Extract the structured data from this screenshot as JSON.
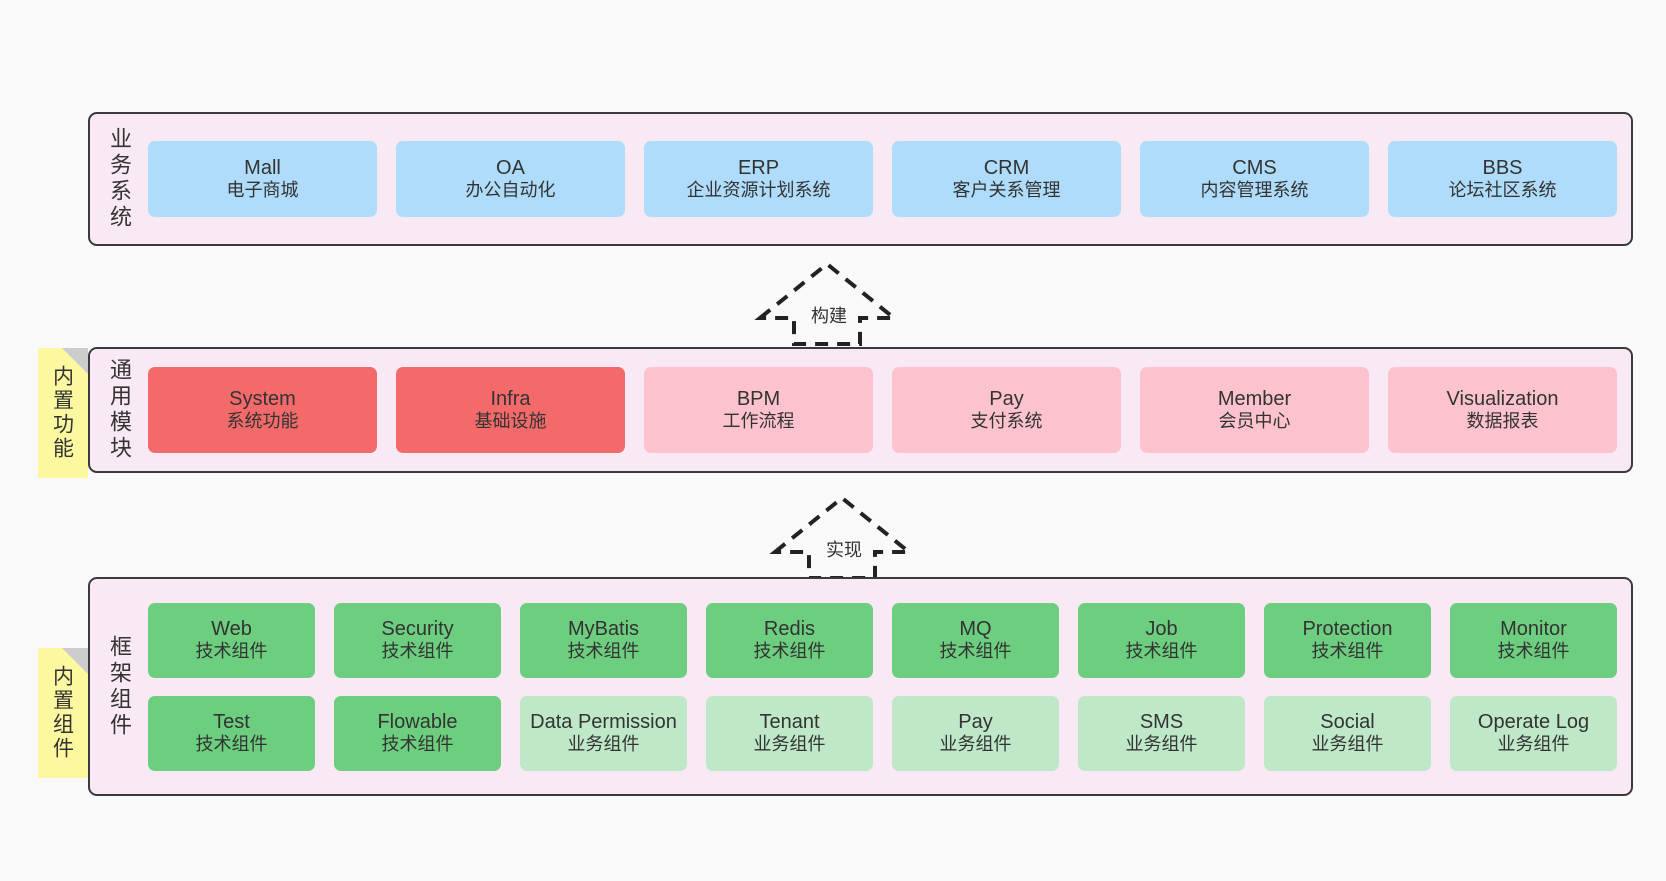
{
  "diagram": {
    "title": "",
    "colors": {
      "canvas_bg": "#f9f9f9",
      "panel_bg": "#f8e9f4",
      "panel_border": "#3a3a3a",
      "blue": "#aedcfa",
      "red": "#f46a6a",
      "pink": "#fcc3ce",
      "green": "#6cce7e",
      "light_green": "#bfe8c8",
      "sticky_yellow": "#fbf8a0",
      "sticky_fold": "#cccccc",
      "text": "#333333"
    }
  },
  "layers": {
    "business": {
      "title": "业务系统",
      "nodes": [
        {
          "name": "Mall",
          "sub": "电子商城"
        },
        {
          "name": "OA",
          "sub": "办公自动化"
        },
        {
          "name": "ERP",
          "sub": "企业资源计划系统"
        },
        {
          "name": "CRM",
          "sub": "客户关系管理"
        },
        {
          "name": "CMS",
          "sub": "内容管理系统"
        },
        {
          "name": "BBS",
          "sub": "论坛社区系统"
        }
      ]
    },
    "common": {
      "title": "通用模块",
      "sticky": "内置功能",
      "nodes": [
        {
          "name": "System",
          "sub": "系统功能",
          "style": "red"
        },
        {
          "name": "Infra",
          "sub": "基础设施",
          "style": "red"
        },
        {
          "name": "BPM",
          "sub": "工作流程",
          "style": "pink"
        },
        {
          "name": "Pay",
          "sub": "支付系统",
          "style": "pink"
        },
        {
          "name": "Member",
          "sub": "会员中心",
          "style": "pink"
        },
        {
          "name": "Visualization",
          "sub": "数据报表",
          "style": "pink"
        }
      ]
    },
    "framework": {
      "title": "框架组件",
      "sticky": "内置组件",
      "row1": [
        {
          "name": "Web",
          "sub": "技术组件",
          "style": "green"
        },
        {
          "name": "Security",
          "sub": "技术组件",
          "style": "green"
        },
        {
          "name": "MyBatis",
          "sub": "技术组件",
          "style": "green"
        },
        {
          "name": "Redis",
          "sub": "技术组件",
          "style": "green"
        },
        {
          "name": "MQ",
          "sub": "技术组件",
          "style": "green"
        },
        {
          "name": "Job",
          "sub": "技术组件",
          "style": "green"
        },
        {
          "name": "Protection",
          "sub": "技术组件",
          "style": "green"
        },
        {
          "name": "Monitor",
          "sub": "技术组件",
          "style": "green"
        }
      ],
      "row2": [
        {
          "name": "Test",
          "sub": "技术组件",
          "style": "green"
        },
        {
          "name": "Flowable",
          "sub": "技术组件",
          "style": "green"
        },
        {
          "name": "Data Permission",
          "sub": "业务组件",
          "style": "light_green"
        },
        {
          "name": "Tenant",
          "sub": "业务组件",
          "style": "light_green"
        },
        {
          "name": "Pay",
          "sub": "业务组件",
          "style": "light_green"
        },
        {
          "name": "SMS",
          "sub": "业务组件",
          "style": "light_green"
        },
        {
          "name": "Social",
          "sub": "业务组件",
          "style": "light_green"
        },
        {
          "name": "Operate Log",
          "sub": "业务组件",
          "style": "light_green"
        }
      ]
    }
  },
  "connectors": [
    {
      "label": "构建",
      "from": "通用模块",
      "to": "业务系统"
    },
    {
      "label": "实现",
      "from": "框架组件",
      "to": "通用模块"
    }
  ]
}
